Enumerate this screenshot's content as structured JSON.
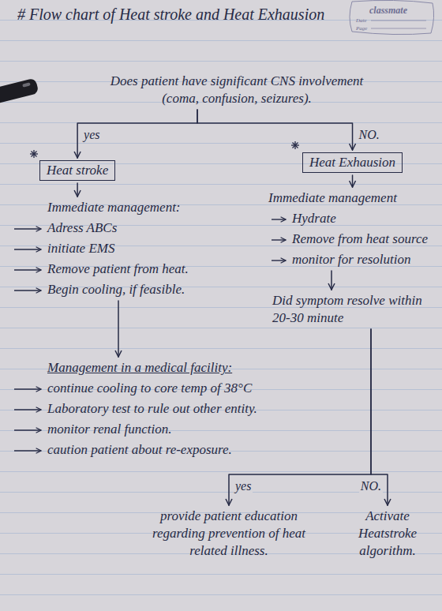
{
  "diagram": {
    "title": "# Flow chart of Heat stroke and Heat Exhausion",
    "nodes": [
      {
        "text": [
          "Does patient have significant CNS involvement (coma, confusion, seizures)."
        ]
      },
      {
        "text": [
          "Heat stroke"
        ]
      },
      {
        "text": [
          "Heat Exhausion"
        ]
      },
      {
        "text": [
          "Immediate management:",
          "Adress ABCs",
          "initiate EMS",
          "Remove patient from heat.",
          "Begin cooling, if feasible."
        ]
      },
      {
        "text": [
          "Immediate management",
          "Hydrate",
          "Remove from heat source",
          "monitor for resolution"
        ]
      },
      {
        "text": [
          "Did symptom resolve within 20-30 minute"
        ]
      },
      {
        "text": [
          "Management in a medical facility:",
          "continue cooling to core temp of 38°C",
          "Laboratory test to rule out other entity.",
          "monitor renal function.",
          "caution patient about re-exposure."
        ]
      },
      {
        "text": [
          "provide patient education regarding prevention of heat related illness."
        ]
      },
      {
        "text": [
          "Activate Heatstroke algorithm."
        ]
      }
    ],
    "edges": [
      {
        "from": 0,
        "to": 1,
        "label": "yes",
        "arrow": "to"
      },
      {
        "from": 0,
        "to": 2,
        "label": "NO.",
        "arrow": "to"
      },
      {
        "from": 1,
        "to": 3,
        "arrow": "to"
      },
      {
        "from": 2,
        "to": 4,
        "arrow": "to"
      },
      {
        "from": 3,
        "to": 6,
        "arrow": "to"
      },
      {
        "from": 4,
        "to": 5,
        "arrow": "to"
      },
      {
        "from": 5,
        "to": 7,
        "label": "yes",
        "arrow": "to"
      },
      {
        "from": 5,
        "to": 8,
        "label": "NO.",
        "arrow": "to"
      }
    ],
    "labels": [
      "classmate",
      "Date",
      "Page"
    ]
  }
}
